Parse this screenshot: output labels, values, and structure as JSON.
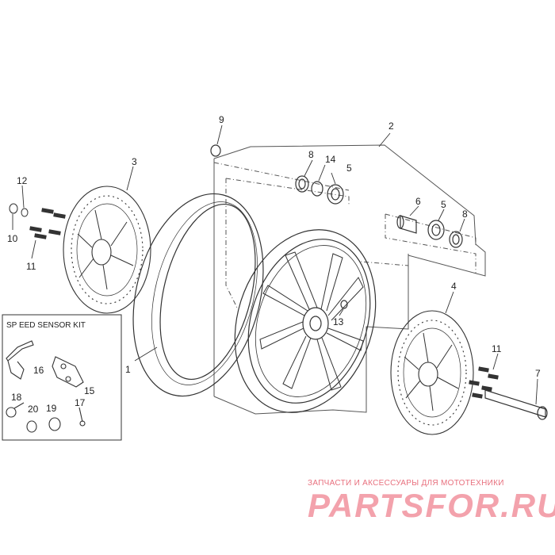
{
  "callouts": [
    {
      "id": "c1",
      "text": "1"
    },
    {
      "id": "c2",
      "text": "2"
    },
    {
      "id": "c3",
      "text": "3"
    },
    {
      "id": "c4",
      "text": "4"
    },
    {
      "id": "c5a",
      "text": "5"
    },
    {
      "id": "c5b",
      "text": "5"
    },
    {
      "id": "c6",
      "text": "6"
    },
    {
      "id": "c7",
      "text": "7"
    },
    {
      "id": "c8a",
      "text": "8"
    },
    {
      "id": "c8b",
      "text": "8"
    },
    {
      "id": "c9",
      "text": "9"
    },
    {
      "id": "c10",
      "text": "10"
    },
    {
      "id": "c11a",
      "text": "11"
    },
    {
      "id": "c11b",
      "text": "11"
    },
    {
      "id": "c12",
      "text": "12"
    },
    {
      "id": "c13",
      "text": "13"
    },
    {
      "id": "c14",
      "text": "14"
    },
    {
      "id": "c15",
      "text": "15"
    },
    {
      "id": "c16",
      "text": "16"
    },
    {
      "id": "c17",
      "text": "17"
    },
    {
      "id": "c18",
      "text": "18"
    },
    {
      "id": "c19",
      "text": "19"
    },
    {
      "id": "c20",
      "text": "20"
    }
  ],
  "kit": {
    "title": "SP EED SENSOR KIT"
  },
  "watermark": {
    "tagline": "ЗАПЧАСТИ И АКСЕССУАРЫ ДЛЯ МОТОТЕХНИКИ",
    "brand": "PARTSFOR.RU"
  },
  "colors": {
    "line": "#333333",
    "accent": "#f3a2ac",
    "tagline": "#e8707e"
  }
}
